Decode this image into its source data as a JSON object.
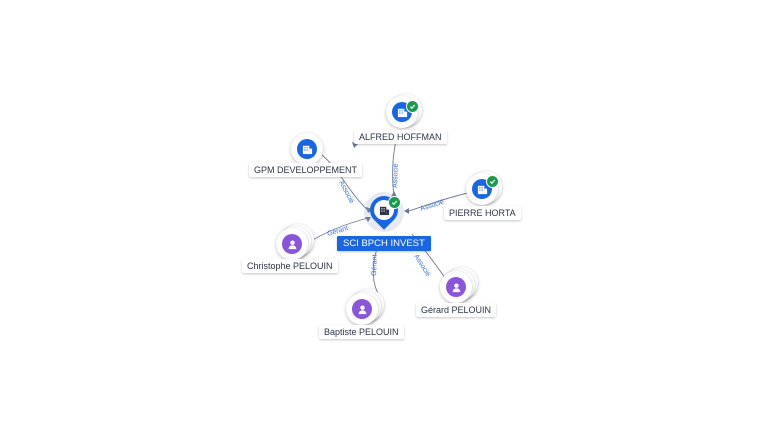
{
  "center": {
    "label": "SCI BPCH INVEST",
    "icon": "building-icon",
    "verified": true
  },
  "nodes": {
    "alfred": {
      "label": "ALFRED HOFFMAN",
      "icon": "building-icon",
      "verified": true
    },
    "gpm": {
      "label": "GPM DEVELOPPEMENT",
      "icon": "building-icon",
      "verified": false
    },
    "pierre": {
      "label": "PIERRE HORTA",
      "icon": "building-icon",
      "verified": true
    },
    "christophe": {
      "label": "Christophe PELOUIN",
      "icon": "person-icon",
      "verified": false
    },
    "baptiste": {
      "label": "Baptiste PELOUIN",
      "icon": "person-icon",
      "verified": false
    },
    "gerard": {
      "label": "Gérard PELOUIN",
      "icon": "person-icon",
      "verified": false
    }
  },
  "edges": {
    "alfred": "Associé",
    "gpm": "Associé",
    "pierre": "Associé",
    "christophe": "Gérant",
    "baptiste": "Gérant",
    "gerard": "Associé"
  },
  "colors": {
    "company": "#1a66e0",
    "person": "#8a55d6",
    "verified": "#1a9a4c",
    "edge": "#6c7a94",
    "edge_label": "#3b6fd6"
  }
}
